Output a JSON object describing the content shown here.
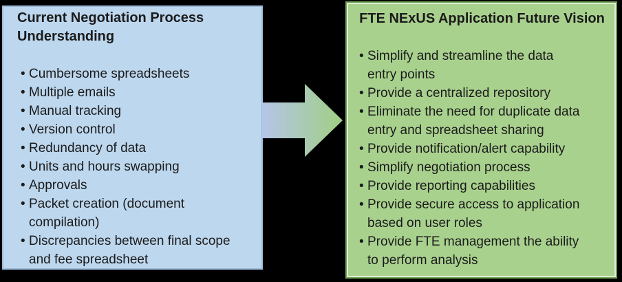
{
  "canvas": {
    "background_color": "#000000"
  },
  "left_panel": {
    "title": "Current Negotiation Process\nUnderstanding",
    "fill_color": "#BDD7EE",
    "border_color": "#9CBBD9",
    "items": [
      "Cumbersome spreadsheets",
      "Multiple emails",
      "Manual tracking",
      "Version control",
      "Redundancy of data",
      "Units and hours swapping",
      "Approvals",
      "Packet creation (document\ncompilation)",
      "Discrepancies between final scope\nand fee spreadsheet"
    ]
  },
  "arrow": {
    "direction": "right",
    "gradient_from": "#B5C5E8",
    "gradient_to": "#A0CF83"
  },
  "right_panel": {
    "title": "FTE NExUS Application Future Vision",
    "fill_color": "#A9D18E",
    "border_color": "#71A154",
    "items": [
      "Simplify and streamline the data\nentry points",
      "Provide a centralized repository",
      "Eliminate the need for duplicate data\nentry and spreadsheet sharing",
      "Provide notification/alert capability",
      "Simplify negotiation process",
      "Provide reporting capabilities",
      "Provide secure access to application\nbased on user roles",
      "Provide FTE management the ability\nto perform analysis"
    ]
  }
}
